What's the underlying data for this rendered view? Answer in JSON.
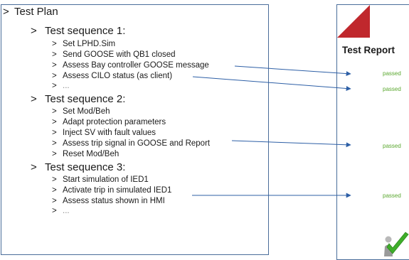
{
  "plan": {
    "marker": ">",
    "title": "Test Plan",
    "sequences": [
      {
        "marker": ">",
        "label": "Test sequence 1:",
        "steps": [
          {
            "marker": ">",
            "text": "Set LPHD.Sim"
          },
          {
            "marker": ">",
            "text": "Send GOOSE with QB1 closed"
          },
          {
            "marker": ">",
            "text": "Assess Bay controller GOOSE message"
          },
          {
            "marker": ">",
            "text": "Assess CILO status (as client)"
          },
          {
            "marker": ">",
            "text": "..."
          }
        ]
      },
      {
        "marker": ">",
        "label": "Test sequence 2:",
        "steps": [
          {
            "marker": ">",
            "text": "Set Mod/Beh"
          },
          {
            "marker": ">",
            "text": "Adapt protection parameters"
          },
          {
            "marker": ">",
            "text": "Inject SV with fault values"
          },
          {
            "marker": ">",
            "text": "Assess trip signal in GOOSE and Report"
          },
          {
            "marker": ">",
            "text": "Reset Mod/Beh"
          }
        ]
      },
      {
        "marker": ">",
        "label": "Test sequence 3:",
        "steps": [
          {
            "marker": ">",
            "text": "Start simulation of IED1"
          },
          {
            "marker": ">",
            "text": "Activate trip in simulated IED1"
          },
          {
            "marker": ">",
            "text": "Assess status shown in HMI"
          },
          {
            "marker": ">",
            "text": "..."
          }
        ]
      }
    ]
  },
  "report": {
    "title": "Test Report",
    "results": [
      "passed",
      "passed",
      "passed",
      "passed"
    ]
  },
  "colors": {
    "border": "#4a6d9a",
    "arrow": "#2d5fa6",
    "passed": "#5aa82f",
    "logo": "#c0282d",
    "check": "#3fae2a"
  },
  "icons": [
    "report-logo-icon",
    "checkmark-person-icon"
  ]
}
